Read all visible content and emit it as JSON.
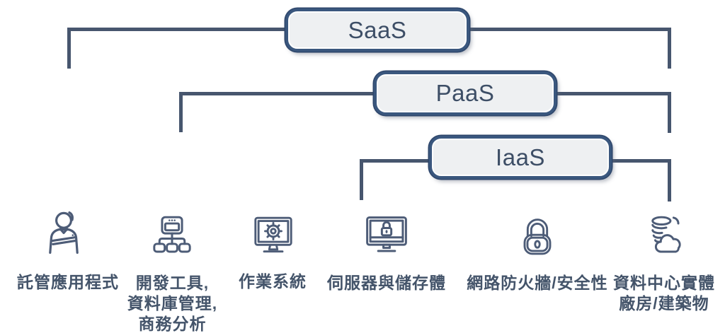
{
  "colors": {
    "line": "#47566e",
    "boxBorder": "#3a577e",
    "boxFill": "#eef0f2",
    "boxText": "#3d4e66",
    "labelText": "#44546a",
    "iconStroke": "#4d5c77",
    "bg": "#ffffff"
  },
  "layers": [
    {
      "id": "saas",
      "label": "SaaS"
    },
    {
      "id": "paas",
      "label": "PaaS"
    },
    {
      "id": "iaas",
      "label": "IaaS"
    }
  ],
  "columns": [
    {
      "icon": "businessman-icon",
      "lines": [
        "託管應用程式"
      ]
    },
    {
      "icon": "sitemap-icon",
      "lines": [
        "開發工具,",
        "資料庫管理,",
        "商務分析"
      ]
    },
    {
      "icon": "monitor-gear-icon",
      "lines": [
        "作業系統"
      ]
    },
    {
      "icon": "monitor-lock-icon",
      "lines": [
        "伺服器與儲存體"
      ]
    },
    {
      "icon": "padlock-icon",
      "lines": [
        "網路防火牆/安全性"
      ]
    },
    {
      "icon": "tornado-cloud-icon",
      "lines": [
        "資料中心實體",
        "廠房/建築物"
      ]
    }
  ]
}
